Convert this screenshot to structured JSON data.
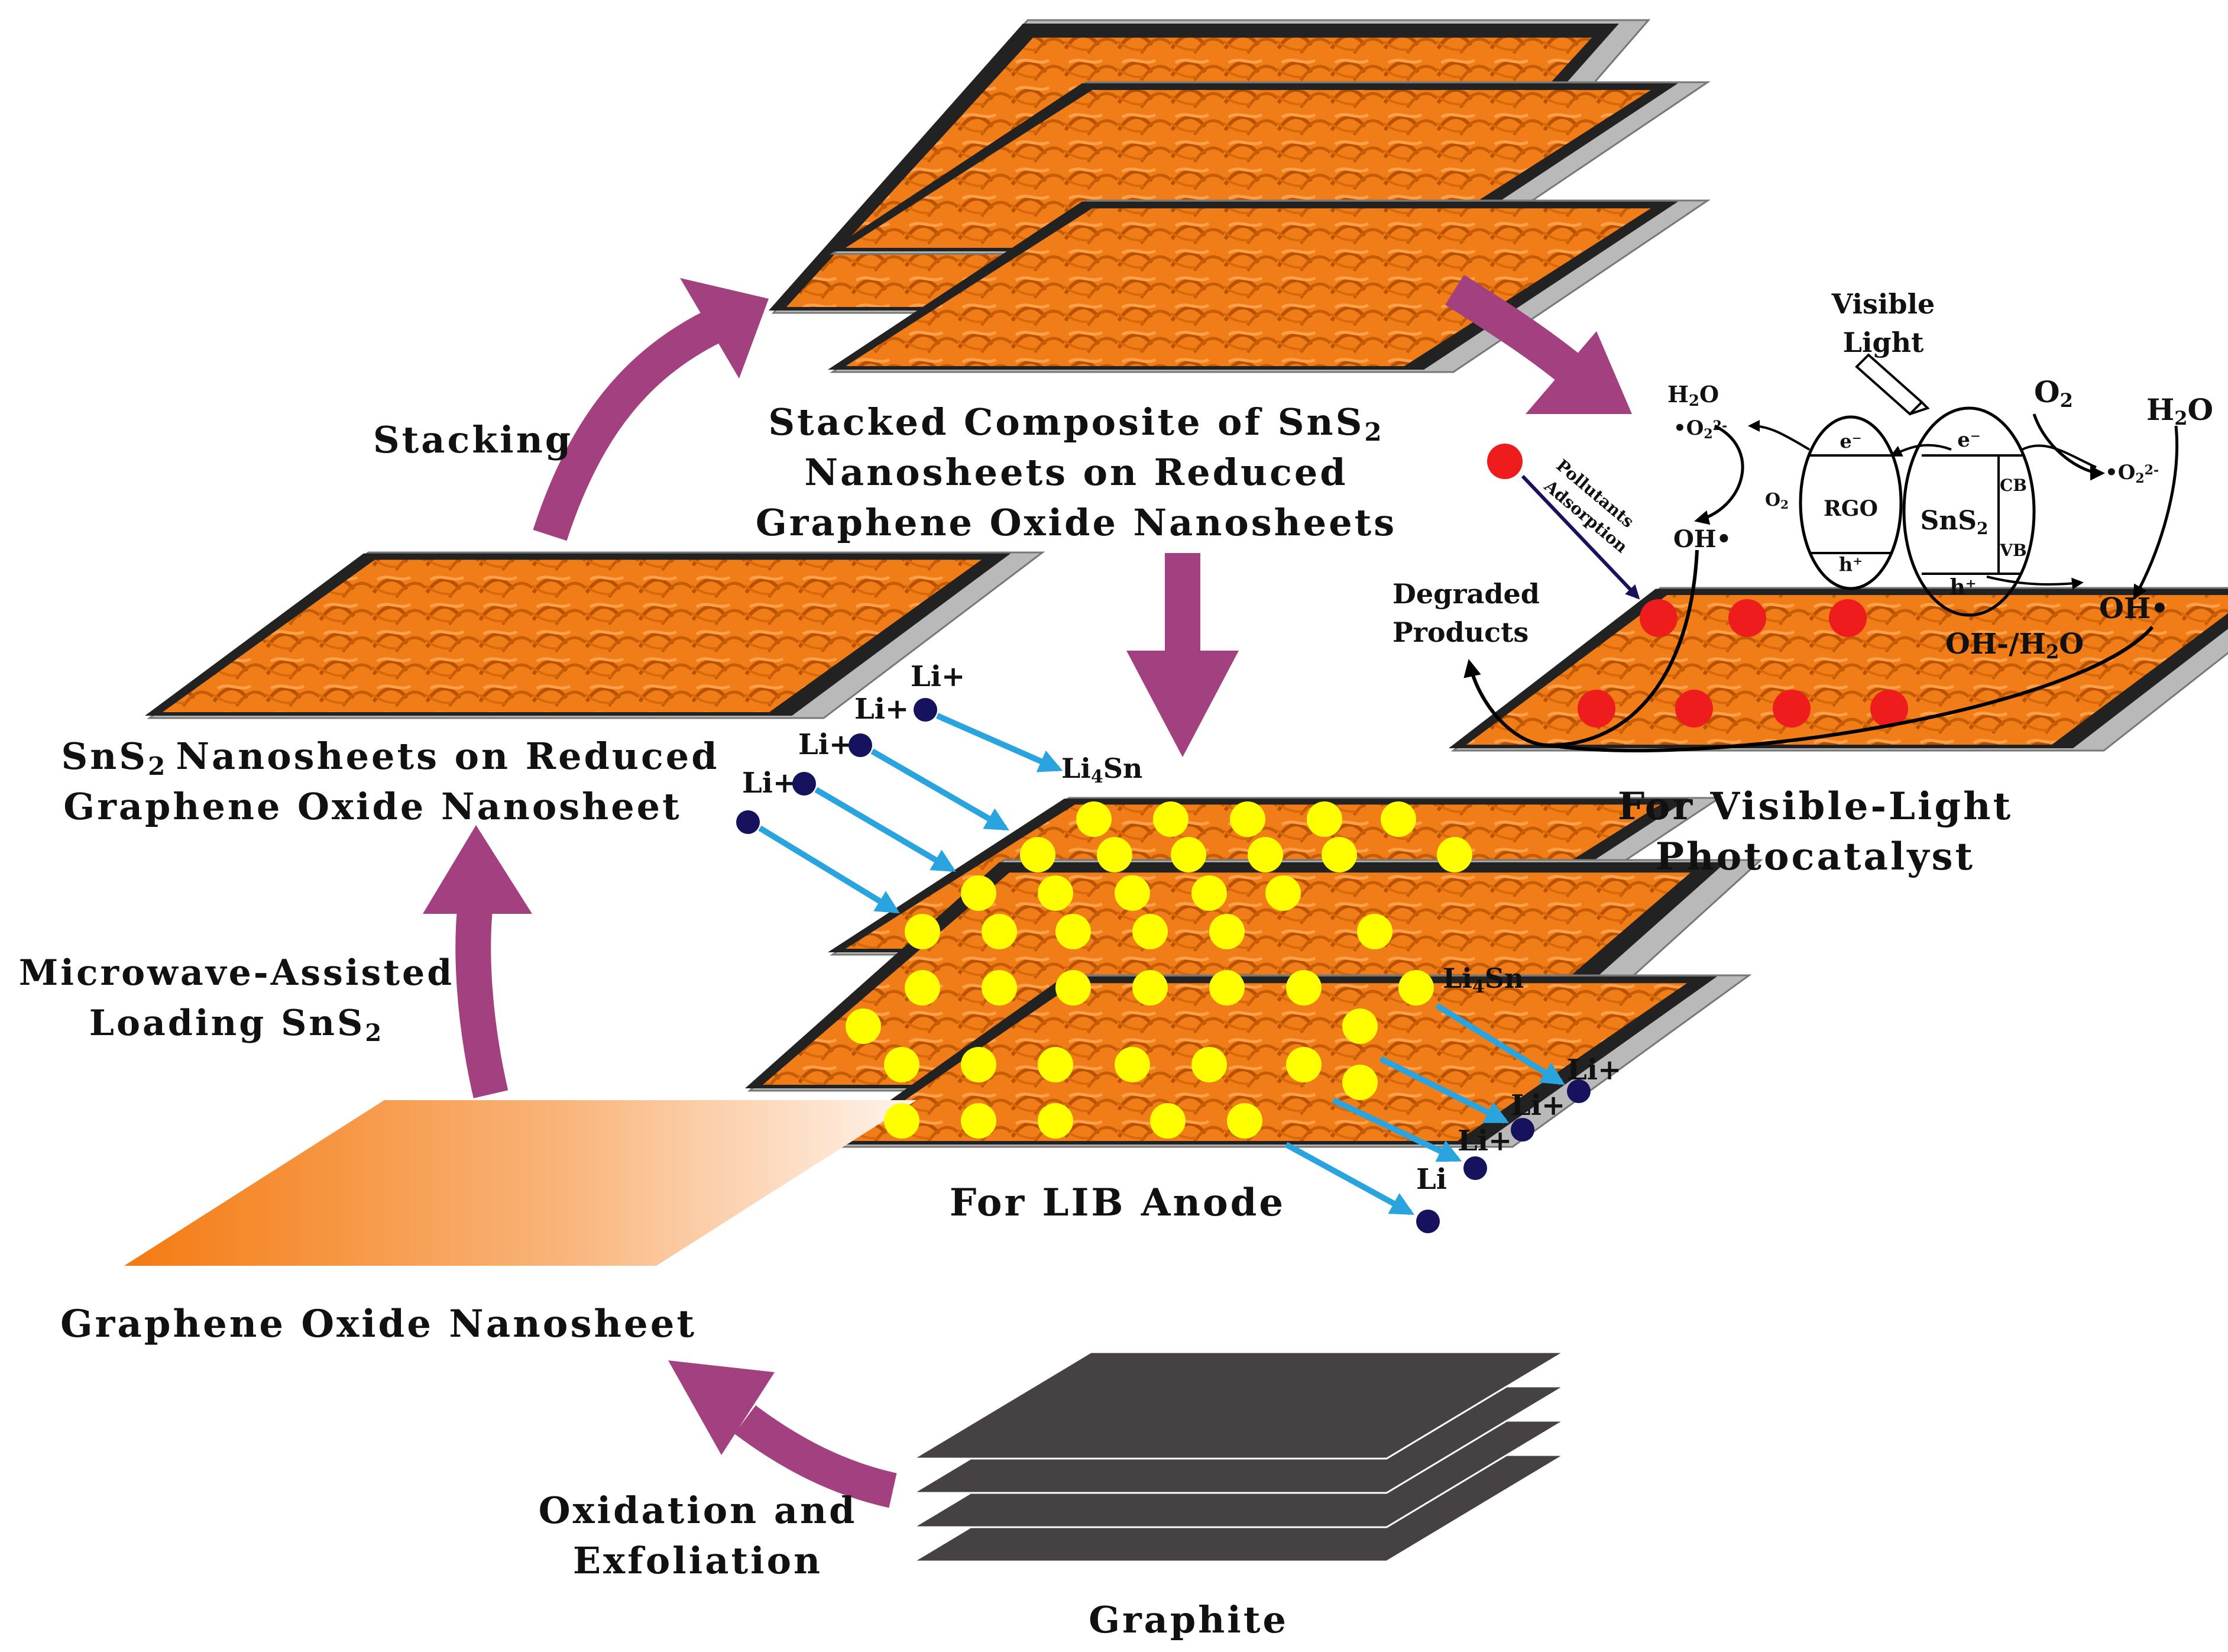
{
  "labels": {
    "stacked_title_1": "Stacked Composite of SnS",
    "stacked_title_2": "Nanosheets on Reduced",
    "stacked_title_3": "Graphene Oxide Nanosheets",
    "stacking": "Stacking",
    "sns2_rgo_1": "SnS",
    "sns2_rgo_1b": "Nanosheets on Reduced",
    "sns2_rgo_2": "Graphene Oxide Nanosheet",
    "microwave_1": "Microwave-Assisted",
    "microwave_2": "Loading SnS",
    "go_nanosheet": "Graphene Oxide Nanosheet",
    "oxidation_1": "Oxidation and",
    "oxidation_2": "Exfoliation",
    "graphite": "Graphite",
    "lib_anode": "For LIB Anode",
    "photocat_1": "For Visible-Light",
    "photocat_2": "Photocatalyst",
    "subscript_2": "2",
    "subscript_4": "4",
    "li_plus": "Li+",
    "li_x": "Li",
    "lixsn_prefix": "Li",
    "lixsn_suffix": "Sn",
    "visible": "Visible",
    "light": "Light",
    "o2": "O",
    "h2o": "H",
    "h2o_o": "O",
    "o2_rad": "•O",
    "o2_rad_sup": "2-",
    "oh_rad": "OH•",
    "electron": "e⁻",
    "hole": "h⁺",
    "rgo": "RGO",
    "sns2": "SnS",
    "cb": "CB",
    "vb": "VB",
    "pollutants_1": "Pollutants",
    "pollutants_2": "Adsorption",
    "degraded_1": "Degraded",
    "degraded_2": "Products",
    "oh_h2o": "OH-/H",
    "o2_small": "O"
  },
  "colors": {
    "arrow": "#a3407f",
    "sns2_fill": "#f07d18",
    "sns2_edge": "#c85e05",
    "rgo_sheet": "#b9b9b9",
    "graphite": "#464244",
    "li_ion": "#16125e",
    "li_arrow": "#2aa4de",
    "lixsn": "#ffff00",
    "pollutant": "#ee1c1c"
  }
}
